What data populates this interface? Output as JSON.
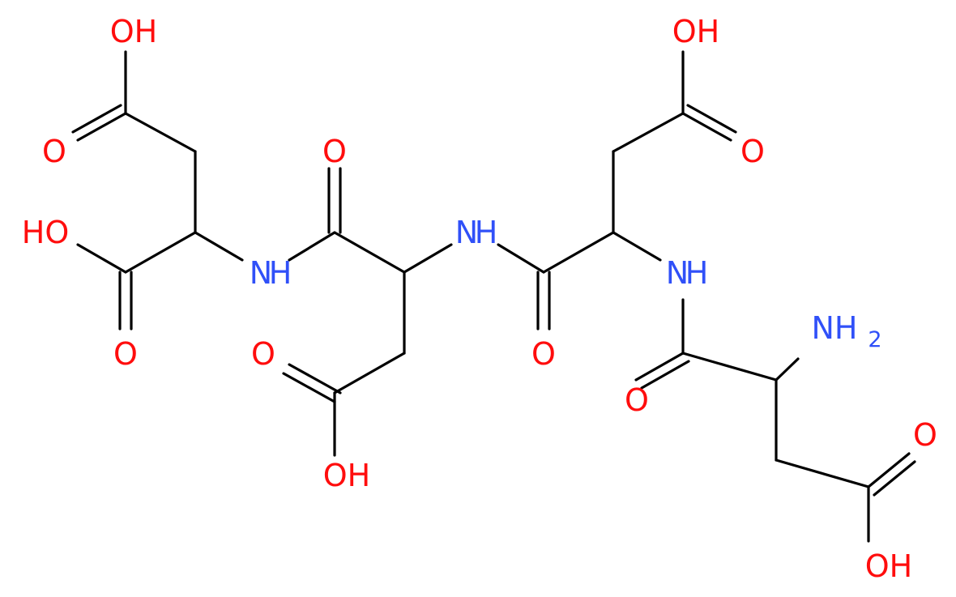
{
  "molecule": {
    "colors": {
      "bond": "#000000",
      "oxygen": "#ff0d0d",
      "nitrogen": "#3050f8"
    },
    "labels": {
      "oh_top_left": "OH",
      "o_top_left": "O",
      "oh_left": "HO",
      "o_left_acid": "O",
      "nh_1": "N",
      "nh_1_h": "H",
      "o_amide_1": "O",
      "nh_2": "N",
      "nh_2_h": "H",
      "o_mid_acid": "O",
      "oh_mid_acid": "OH",
      "oh_top_right": "OH",
      "o_top_right": "O",
      "o_amide_2": "O",
      "nh_3": "N",
      "nh_3_h": "H",
      "nh2": "NH",
      "nh2_sub": "2",
      "o_amide_3": "O",
      "o_right_acid": "O",
      "oh_right_acid": "OH"
    }
  }
}
